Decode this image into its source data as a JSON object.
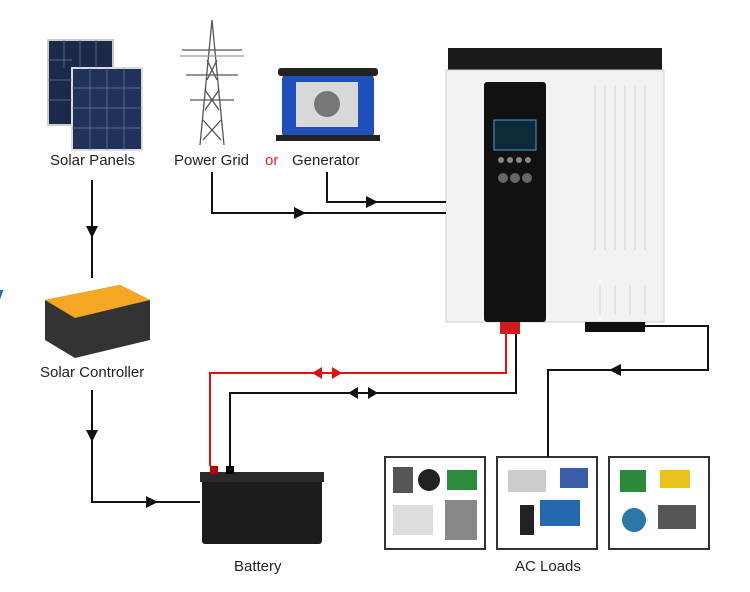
{
  "labels": {
    "solar_panels": "Solar Panels",
    "power_grid": "Power Grid",
    "or": "or",
    "generator": "Generator",
    "solar_controller": "Solar Controller",
    "battery": "Battery",
    "ac_loads": "AC Loads"
  },
  "colors": {
    "wire_black": "#111111",
    "wire_red": "#e01010",
    "controller_orange": "#f5a623",
    "inverter_white": "#f2f2f2",
    "inverter_panel": "#111111",
    "generator_blue": "#1f4fb8"
  }
}
